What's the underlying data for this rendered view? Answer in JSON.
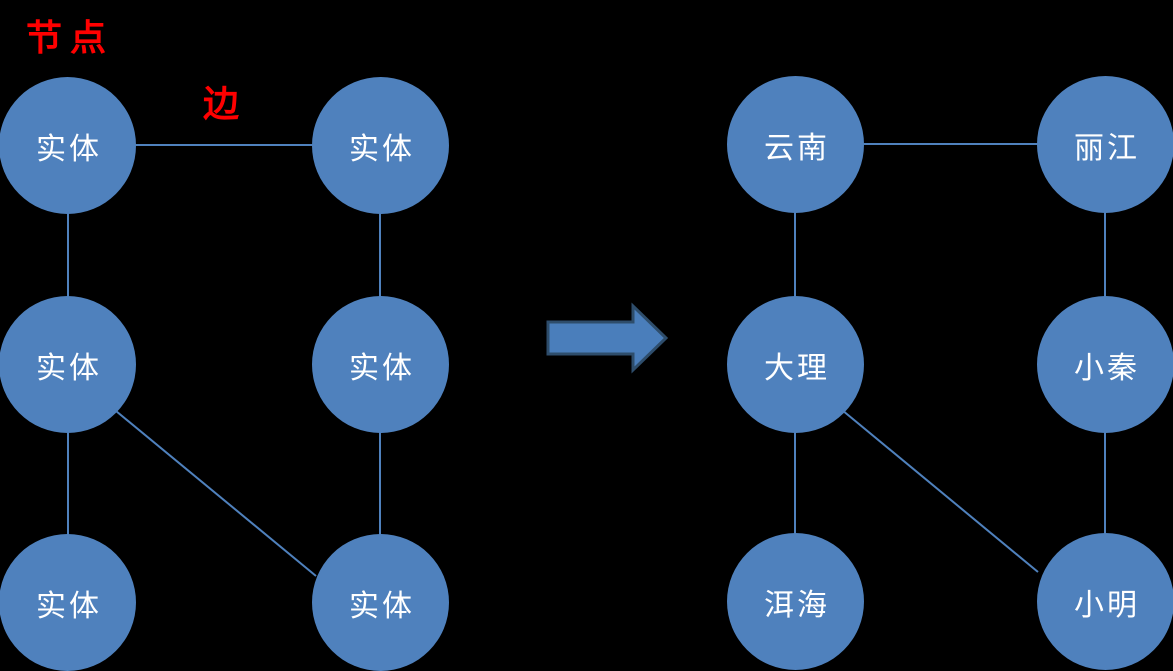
{
  "colors": {
    "background": "#000000",
    "node_fill": "#4F81BD",
    "node_text": "#FFFFFF",
    "edge_line": "#4F81BD",
    "arrow_fill": "#4A7EBB",
    "arrow_border": "#2E4D6B",
    "annotation_red": "#FF0000"
  },
  "annotations": {
    "node_label": "节点",
    "edge_label": "边"
  },
  "left_graph": {
    "nodes": [
      "实体",
      "实体",
      "实体",
      "实体",
      "实体",
      "实体"
    ],
    "edges": [
      [
        "top-left",
        "top-right"
      ],
      [
        "top-left",
        "mid-left"
      ],
      [
        "top-right",
        "mid-right"
      ],
      [
        "mid-left",
        "bottom-left"
      ],
      [
        "mid-right",
        "bottom-right"
      ],
      [
        "mid-left",
        "bottom-right"
      ]
    ]
  },
  "right_graph": {
    "nodes": [
      "云南",
      "丽江",
      "大理",
      "小秦",
      "洱海",
      "小明"
    ],
    "edges": [
      [
        "云南",
        "丽江"
      ],
      [
        "云南",
        "大理"
      ],
      [
        "丽江",
        "小秦"
      ],
      [
        "大理",
        "洱海"
      ],
      [
        "小秦",
        "小明"
      ],
      [
        "大理",
        "小明"
      ]
    ]
  },
  "arrow": {
    "shape": "block-arrow",
    "direction": "right"
  }
}
